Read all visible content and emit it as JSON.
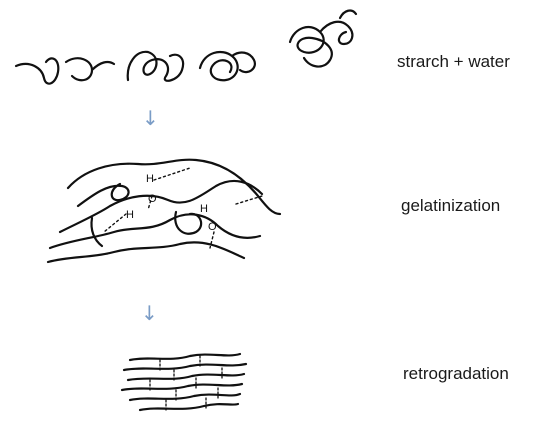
{
  "stages": [
    {
      "label": "strarch + water"
    },
    {
      "label": "gelatinization"
    },
    {
      "label": "retrogradation"
    }
  ],
  "arrows": {
    "glyph": "↓",
    "color": "#7a9cc6"
  },
  "atom_labels": {
    "h1": "H",
    "o1": "O",
    "h2": "H",
    "h3": "H",
    "o2": "O"
  },
  "colors": {
    "ink": "#111111",
    "label": "#1a1a1a"
  }
}
